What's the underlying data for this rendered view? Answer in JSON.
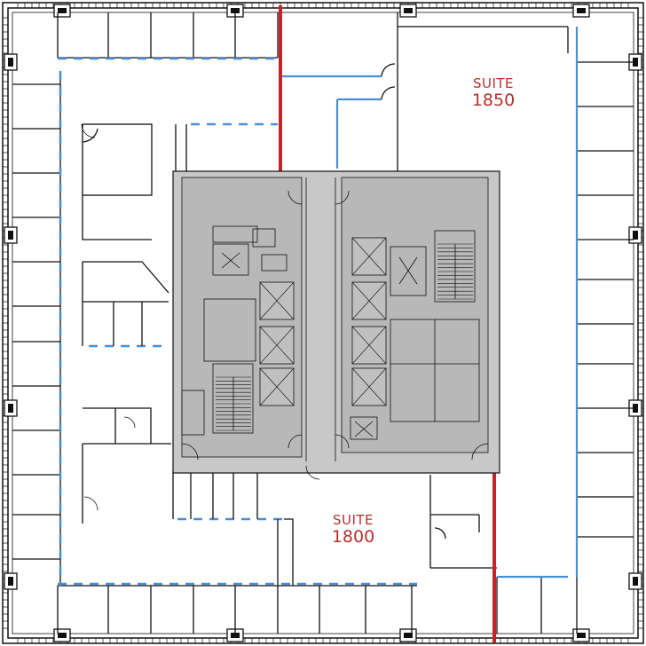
{
  "suites": [
    {
      "word": "SUITE",
      "number": "1850"
    },
    {
      "word": "SUITE",
      "number": "1800"
    }
  ],
  "colors": {
    "background": "#ffffff",
    "wall": "#111111",
    "core_fill": "#c8c8c8",
    "glazing": "#4a8fd6",
    "demising_line": "#c4252a",
    "suite_label": "#b5312c"
  }
}
